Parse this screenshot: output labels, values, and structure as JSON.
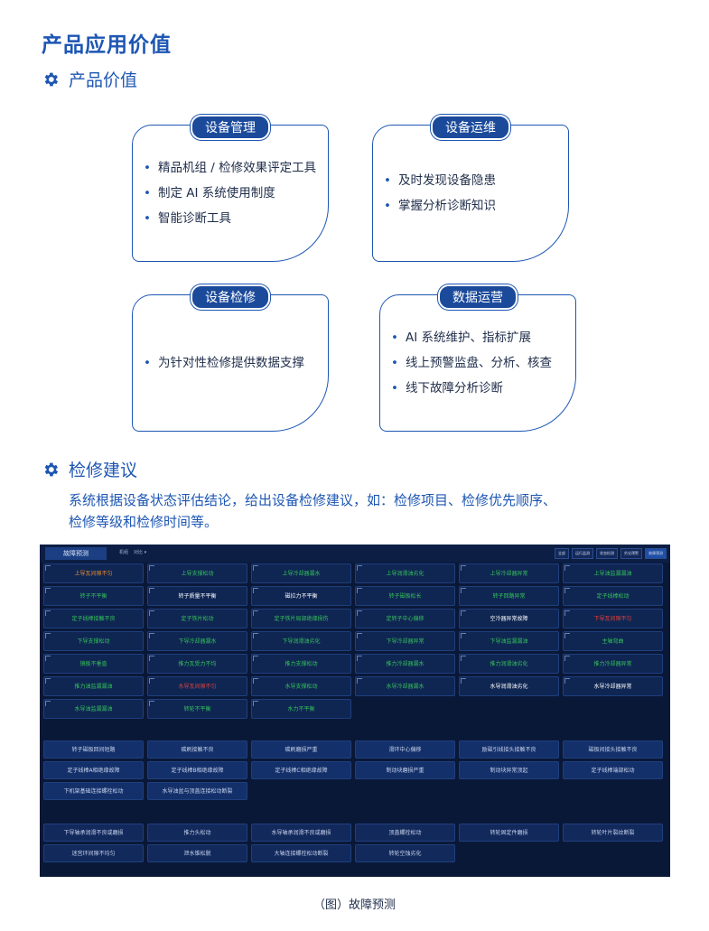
{
  "page_title": "产品应用价值",
  "section_value": {
    "title": "产品价值",
    "icon": "gear-icon"
  },
  "cards": [
    {
      "tag": "设备管理",
      "items": [
        "精品机组 / 检修效果评定工具",
        "制定 AI 系统使用制度",
        "智能诊断工具"
      ]
    },
    {
      "tag": "设备运维",
      "items": [
        "及时发现设备隐患",
        "掌握分析诊断知识"
      ]
    },
    {
      "tag": "设备检修",
      "items": [
        "为针对性检修提供数据支撑"
      ]
    },
    {
      "tag": "数据运营",
      "items": [
        "AI 系统维护、指标扩展",
        "线上预警监盘、分析、核查",
        "线下故障分析诊断"
      ]
    }
  ],
  "section_repair": {
    "title": "检修建议",
    "icon": "gear-icon"
  },
  "description_lines": [
    "系统根据设备状态评估结论，给出设备检修建议，如：检修项目、检修优先顺序、",
    "检修等级和检修时间等。"
  ],
  "screenshot": {
    "tab": "故障预测",
    "select1": "机组",
    "select2": "对比 ▾",
    "center_title": "",
    "buttons": [
      "全部",
      "运行监测",
      "状态检测",
      "劣化预警",
      "故障预测"
    ],
    "colors": {
      "orange": "#e8892c",
      "green": "#35c25a",
      "white": "#ffffff",
      "red": "#e0423a"
    },
    "grid1": [
      {
        "t": "上导瓦间隙不匀",
        "c": "orange"
      },
      {
        "t": "上导支撑松动",
        "c": "green"
      },
      {
        "t": "上导冷却器漏水",
        "c": "green"
      },
      {
        "t": "上导润滑油劣化",
        "c": "green"
      },
      {
        "t": "上导冷却器异常",
        "c": "green"
      },
      {
        "t": "上导油监漏漏油",
        "c": "green"
      },
      {
        "t": "转子不平衡",
        "c": "green"
      },
      {
        "t": "转子质量不平衡",
        "c": "white"
      },
      {
        "t": "磁拉力不平衡",
        "c": "white"
      },
      {
        "t": "转子磁极松长",
        "c": "green"
      },
      {
        "t": "转子回路异常",
        "c": "green"
      },
      {
        "t": "定子线棒松动",
        "c": "green"
      },
      {
        "t": "定子线棒接触不良",
        "c": "green"
      },
      {
        "t": "定子铁片松动",
        "c": "green"
      },
      {
        "t": "定子铁片局部绝缘损伤",
        "c": "green"
      },
      {
        "t": "定转子中心偏移",
        "c": "green"
      },
      {
        "t": "空冷器异常故障",
        "c": "white"
      },
      {
        "t": "下导瓦间隙不匀",
        "c": "red"
      },
      {
        "t": "下导支撑松动",
        "c": "green"
      },
      {
        "t": "下导冷却器漏水",
        "c": "green"
      },
      {
        "t": "下导润滑油劣化",
        "c": "green"
      },
      {
        "t": "下导冷却器异常",
        "c": "green"
      },
      {
        "t": "下导油监漏漏油",
        "c": "green"
      },
      {
        "t": "主轴弯曲",
        "c": "green"
      },
      {
        "t": "镜板不垂直",
        "c": "green"
      },
      {
        "t": "推力瓦受力不均",
        "c": "green"
      },
      {
        "t": "推力支撑松动",
        "c": "green"
      },
      {
        "t": "推力冷却器漏水",
        "c": "green"
      },
      {
        "t": "推力润滑油劣化",
        "c": "green"
      },
      {
        "t": "推力冷却器异常",
        "c": "green"
      },
      {
        "t": "推力油监漏漏油",
        "c": "green"
      },
      {
        "t": "水导瓦间隙不匀",
        "c": "red"
      },
      {
        "t": "水导支撑松动",
        "c": "green"
      },
      {
        "t": "水导冷却器漏水",
        "c": "green"
      },
      {
        "t": "水导润滑油劣化",
        "c": "white"
      },
      {
        "t": "水导冷却器异常",
        "c": "white"
      },
      {
        "t": "水导油监漏漏油",
        "c": "green"
      },
      {
        "t": "转轮不平衡",
        "c": "green"
      },
      {
        "t": "水力不平衡",
        "c": "green"
      }
    ],
    "grid2": [
      "转子磁极回间短路",
      "碳刷接触不良",
      "碳刷磨损严重",
      "滑环中心偏移",
      "励磁引线接头接触不良",
      "磁极间接头接触不良",
      "定子线棒A相绝缘故障",
      "定子线棒B相绝缘故障",
      "定子线棒C相绝缘故障",
      "制动块磨损严重",
      "制动块异常顶起",
      "定子线棒端部松动",
      "下机架基础连接螺栓松动",
      "水导油盆与顶盖连接松动断裂"
    ],
    "grid3": [
      "下导轴承润滑不良或磨损",
      "推力头松动",
      "水导轴承润滑不良或磨损",
      "顶盖螺栓松动",
      "转轮固定件磨损",
      "转轮叶片裂纹断裂",
      "迷宫环间隙不均匀",
      "泄水锥松脱",
      "大轴连接螺栓松动断裂",
      "转轮空蚀劣化"
    ]
  },
  "caption": "（图）故障预测"
}
